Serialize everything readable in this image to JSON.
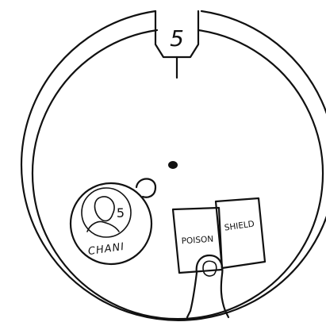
{
  "dial": {
    "number": "5"
  },
  "token": {
    "number": "5",
    "name": "CHANI"
  },
  "cards": [
    {
      "label": "POISON"
    },
    {
      "label": "SHIELD"
    }
  ],
  "colors": {
    "ink": "#111111",
    "paper": "#ffffff"
  }
}
